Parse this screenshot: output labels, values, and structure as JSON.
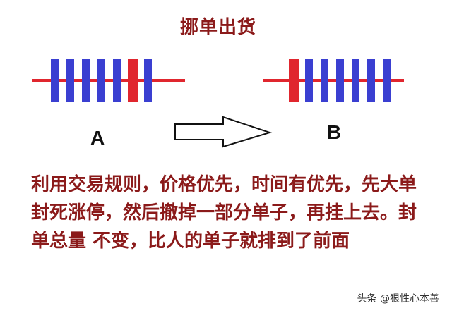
{
  "title": "挪单出货",
  "diagram": {
    "label_a": "A",
    "label_b": "B",
    "colors": {
      "line": "#e0262e",
      "blue_bar": "#3a3fd1",
      "red_bar": "#e0262e",
      "arrow": "#111111"
    },
    "sequence_a": [
      "blue",
      "blue",
      "blue",
      "blue",
      "blue",
      "red",
      "blue"
    ],
    "sequence_b": [
      "red",
      "blue",
      "blue",
      "blue",
      "blue",
      "blue",
      "blue"
    ]
  },
  "description": "利用交易规则，价格优先，时间有优先，先大单封死涨停，然后撤掉一部分单子，再挂上去。封单总量 不变，比人的单子就排到了前面",
  "watermark": "头条 @狠性心本善"
}
